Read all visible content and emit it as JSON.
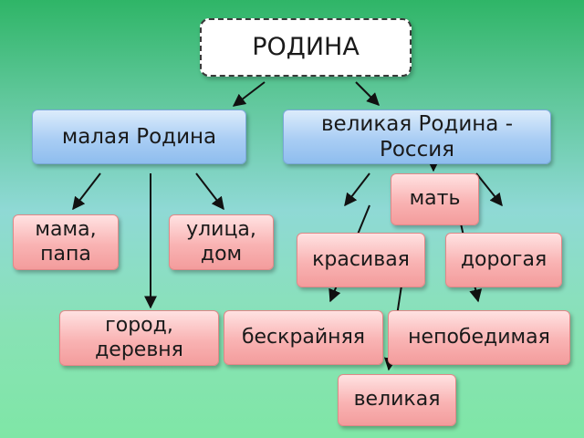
{
  "diagram": {
    "root": {
      "label": "РОДИНА"
    },
    "small_homeland": {
      "label": "малая Родина"
    },
    "great_homeland": {
      "label": "великая Родина - Россия"
    },
    "mama_papa": {
      "label": "мама, папа"
    },
    "street_house": {
      "label": "улица, дом"
    },
    "city_village": {
      "label": "город, деревня"
    },
    "mother": {
      "label": "мать"
    },
    "beautiful": {
      "label": "красивая"
    },
    "dear": {
      "label": "дорогая"
    },
    "boundless": {
      "label": "бескрайняя"
    },
    "invincible": {
      "label": "непобедимая"
    },
    "great": {
      "label": "великая"
    }
  },
  "colors": {
    "background_top": "#2fb567",
    "background_bottom": "#7fe6a6",
    "blue_box": "#a9cdf4",
    "pink_box": "#f9b3b3",
    "arrow": "#111111"
  }
}
